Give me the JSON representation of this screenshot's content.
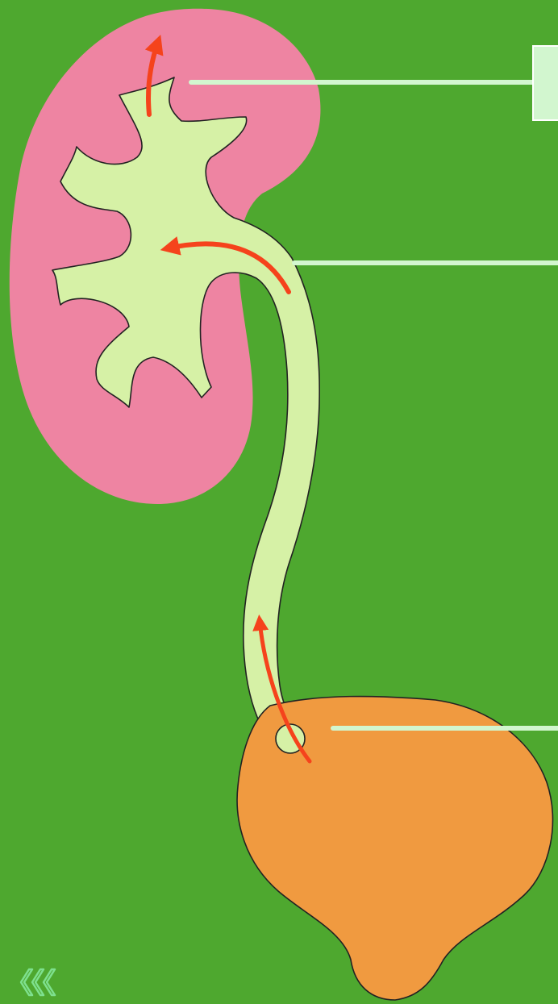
{
  "colors": {
    "background": "#4ea82f",
    "kidney": "#ee84a2",
    "urinary_tract": "#d6f1a6",
    "bladder": "#f09a40",
    "flow_arrow": "#f5431c",
    "leader_line": "#d2f6cf",
    "outline": "#222222"
  },
  "arrows": [
    "flow-arrow-calyx",
    "flow-arrow-pelvis",
    "flow-arrow-ureter"
  ],
  "navigation": {
    "back_icon": "triple-chevron-left-icon"
  }
}
